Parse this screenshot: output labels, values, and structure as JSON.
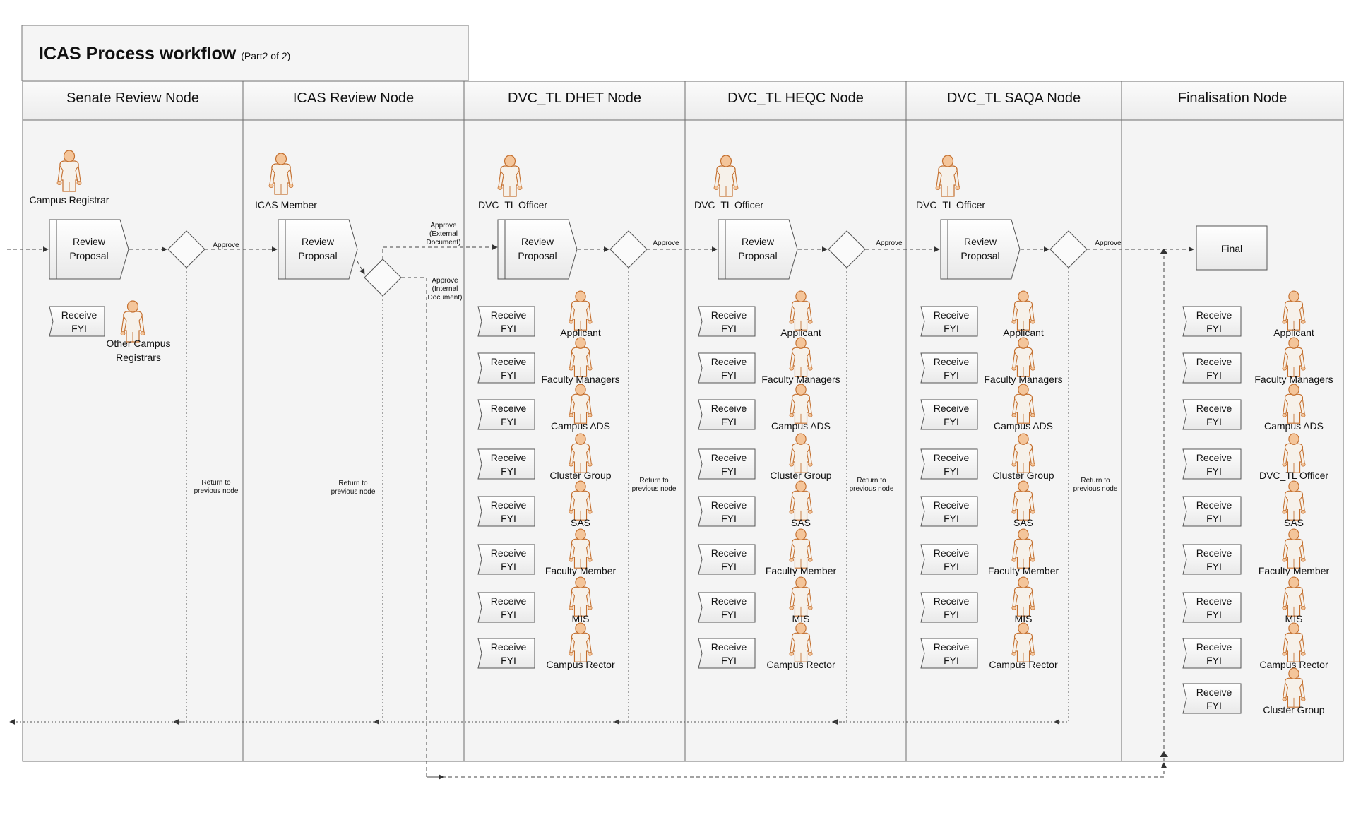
{
  "diagram": {
    "title": "ICAS Process workflow",
    "subtitle": "(Part2 of 2)",
    "lanes": [
      "Senate Review Node",
      "ICAS Review Node",
      "DVC_TL DHET Node",
      "DVC_TL HEQC Node",
      "DVC_TL SAQA Node",
      "Finalisation Node"
    ],
    "actors": {
      "campus_registrar": "Campus Registrar",
      "icas_member": "ICAS Member",
      "dvc_tl_officer": "DVC_TL Officer",
      "other_campus_registrars": [
        "Other Campus",
        "Registrars"
      ]
    },
    "task": {
      "review": [
        "Review",
        "Proposal"
      ],
      "receive": [
        "Receive",
        "FYI"
      ],
      "final": "Final"
    },
    "edge_labels": {
      "approve": "Approve",
      "approve_external": [
        "Approve",
        "(External",
        "Document)"
      ],
      "approve_internal": [
        "Approve",
        "(Internal",
        "Document)"
      ],
      "return": [
        "Return to",
        "previous node"
      ]
    },
    "fyi_roles": [
      "Applicant",
      "Faculty Managers",
      "Campus ADS",
      "Cluster Group",
      "SAS",
      "Faculty Member",
      "MIS",
      "Campus Rector"
    ],
    "final_roles": [
      "Applicant",
      "Faculty Managers",
      "Campus ADS",
      "DVC_TL Officer",
      "SAS",
      "Faculty Member",
      "MIS",
      "Campus Rector",
      "Cluster Group"
    ],
    "colors": {
      "lane_fill": "#f4f4f4",
      "header_fill": "#f7f7f7",
      "stroke": "#6e6e6e",
      "person_body": "#f6f1ea",
      "person_skin": "#f4c59a",
      "person_outline": "#c46f2e"
    }
  }
}
